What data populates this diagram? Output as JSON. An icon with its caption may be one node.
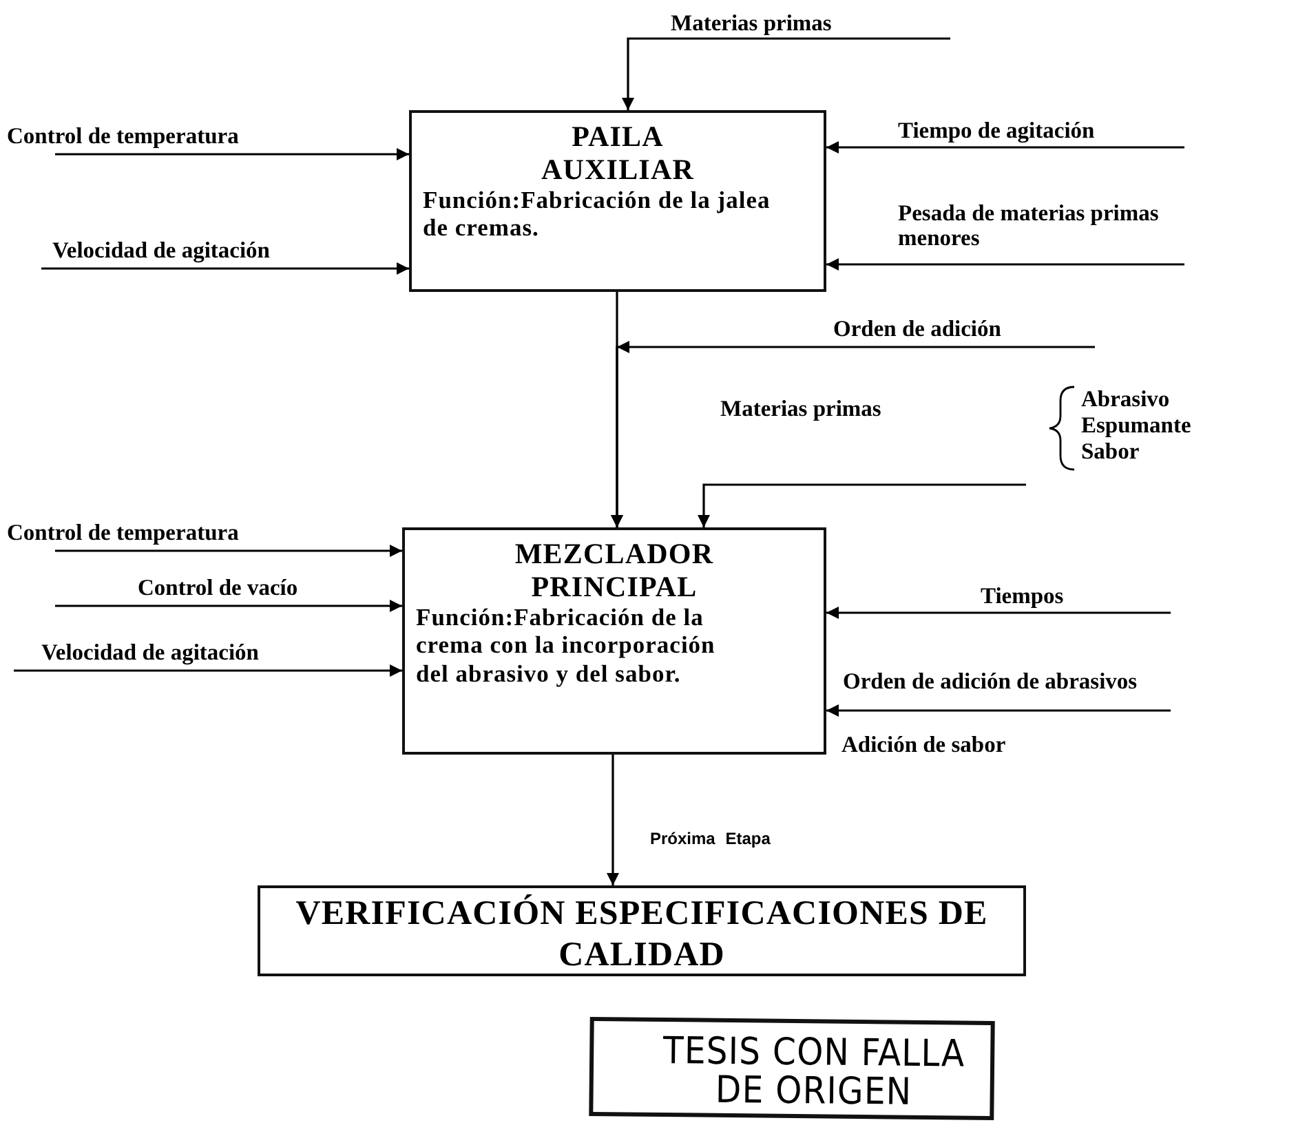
{
  "diagram": {
    "nodes": [
      {
        "text": [
          "PAILA AUXILIAR",
          "Función:Fabricación de la jalea de cremas."
        ]
      },
      {
        "text": [
          "MEZCLADOR PRINCIPAL",
          "Función:Fabricación de la crema con la incorporación del abrasivo y del sabor."
        ]
      },
      {
        "text": [
          "VERIFICACIÓN ESPECIFICACIONES DE CALIDAD"
        ]
      },
      {
        "text": [
          "TESIS CON FALLA DE ORIGEN"
        ]
      }
    ],
    "edges": [
      {
        "from": null,
        "to": 0,
        "arrow": "to",
        "label": "Materias primas"
      },
      {
        "from": null,
        "to": 0,
        "arrow": "to",
        "label": "Control de temperatura"
      },
      {
        "from": null,
        "to": 0,
        "arrow": "to",
        "label": "Velocidad de agitación"
      },
      {
        "from": null,
        "to": 0,
        "arrow": "to",
        "label": "Tiempo de agitación"
      },
      {
        "from": null,
        "to": 0,
        "arrow": "to",
        "label": "Pesada de materias primas menores"
      },
      {
        "from": 0,
        "to": 1,
        "arrow": "to"
      },
      {
        "from": null,
        "to": 1,
        "arrow": "to",
        "label": "Orden de adición"
      },
      {
        "from": null,
        "to": 1,
        "arrow": "to",
        "label": "Materias primas"
      },
      {
        "from": null,
        "to": 1,
        "arrow": "to",
        "label": "Control de temperatura"
      },
      {
        "from": null,
        "to": 1,
        "arrow": "to",
        "label": "Control de vacío"
      },
      {
        "from": null,
        "to": 1,
        "arrow": "to",
        "label": "Velocidad de agitación"
      },
      {
        "from": null,
        "to": 1,
        "arrow": "to",
        "label": "Tiempos"
      },
      {
        "from": null,
        "to": 1,
        "arrow": "to",
        "label": "Orden  de adición de abrasivos"
      },
      {
        "from": 1,
        "to": 2,
        "arrow": "to",
        "label": "Próxima Etapa"
      }
    ],
    "labels": [
      "Abrasivo",
      "Espumante",
      "Sabor",
      "Adición de sabor"
    ]
  }
}
